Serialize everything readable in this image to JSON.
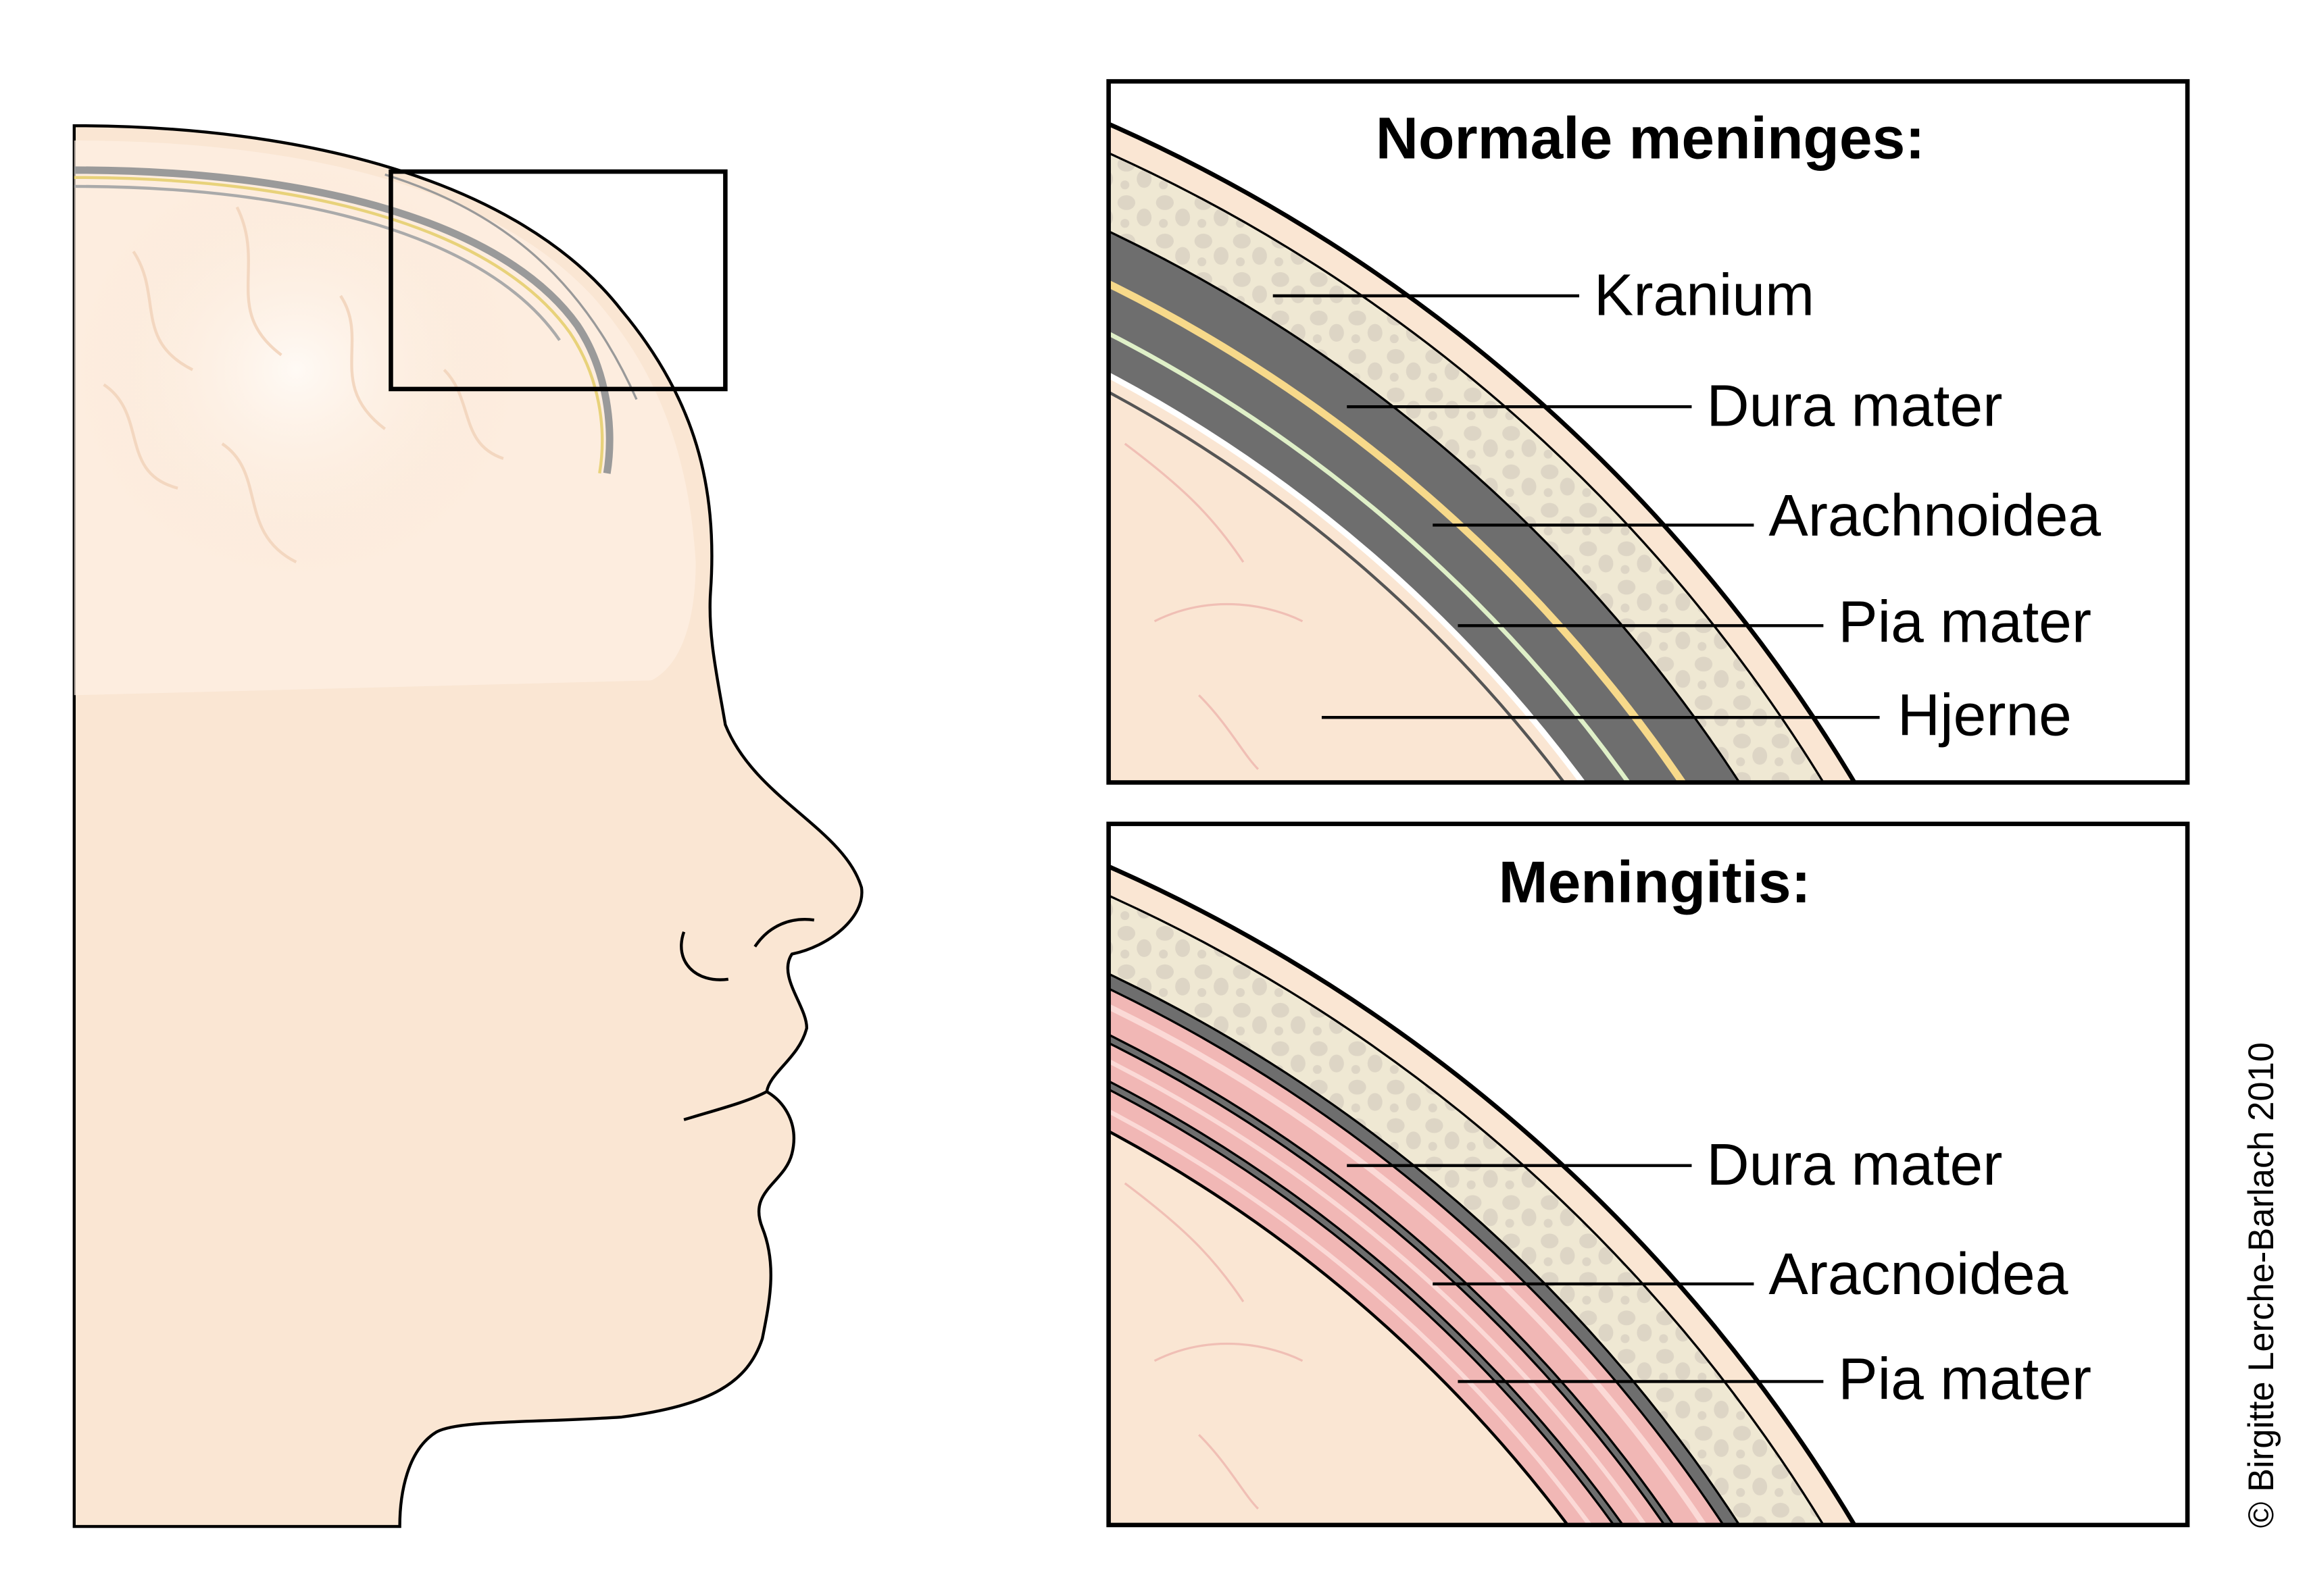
{
  "panels": {
    "normal": {
      "title": "Normale meninges:",
      "labels": [
        "Kranium",
        "Dura mater",
        "Arachnoidea",
        "Pia mater",
        "Hjerne"
      ]
    },
    "meningitis": {
      "title": "Meningitis:",
      "labels": [
        "Dura mater",
        "Aracnoidea",
        "Pia mater"
      ]
    }
  },
  "copyright": "© Birgitte Lerche-Barlach 2010",
  "colors": {
    "skin": "#fae6d3",
    "bone": "#efe8d3",
    "bone_spots": "#ddd5c5",
    "dura": "#6e6e6e",
    "yellow": "#f7d98a",
    "green": "#dff0c8",
    "inflamed": "#f1b7b5"
  }
}
